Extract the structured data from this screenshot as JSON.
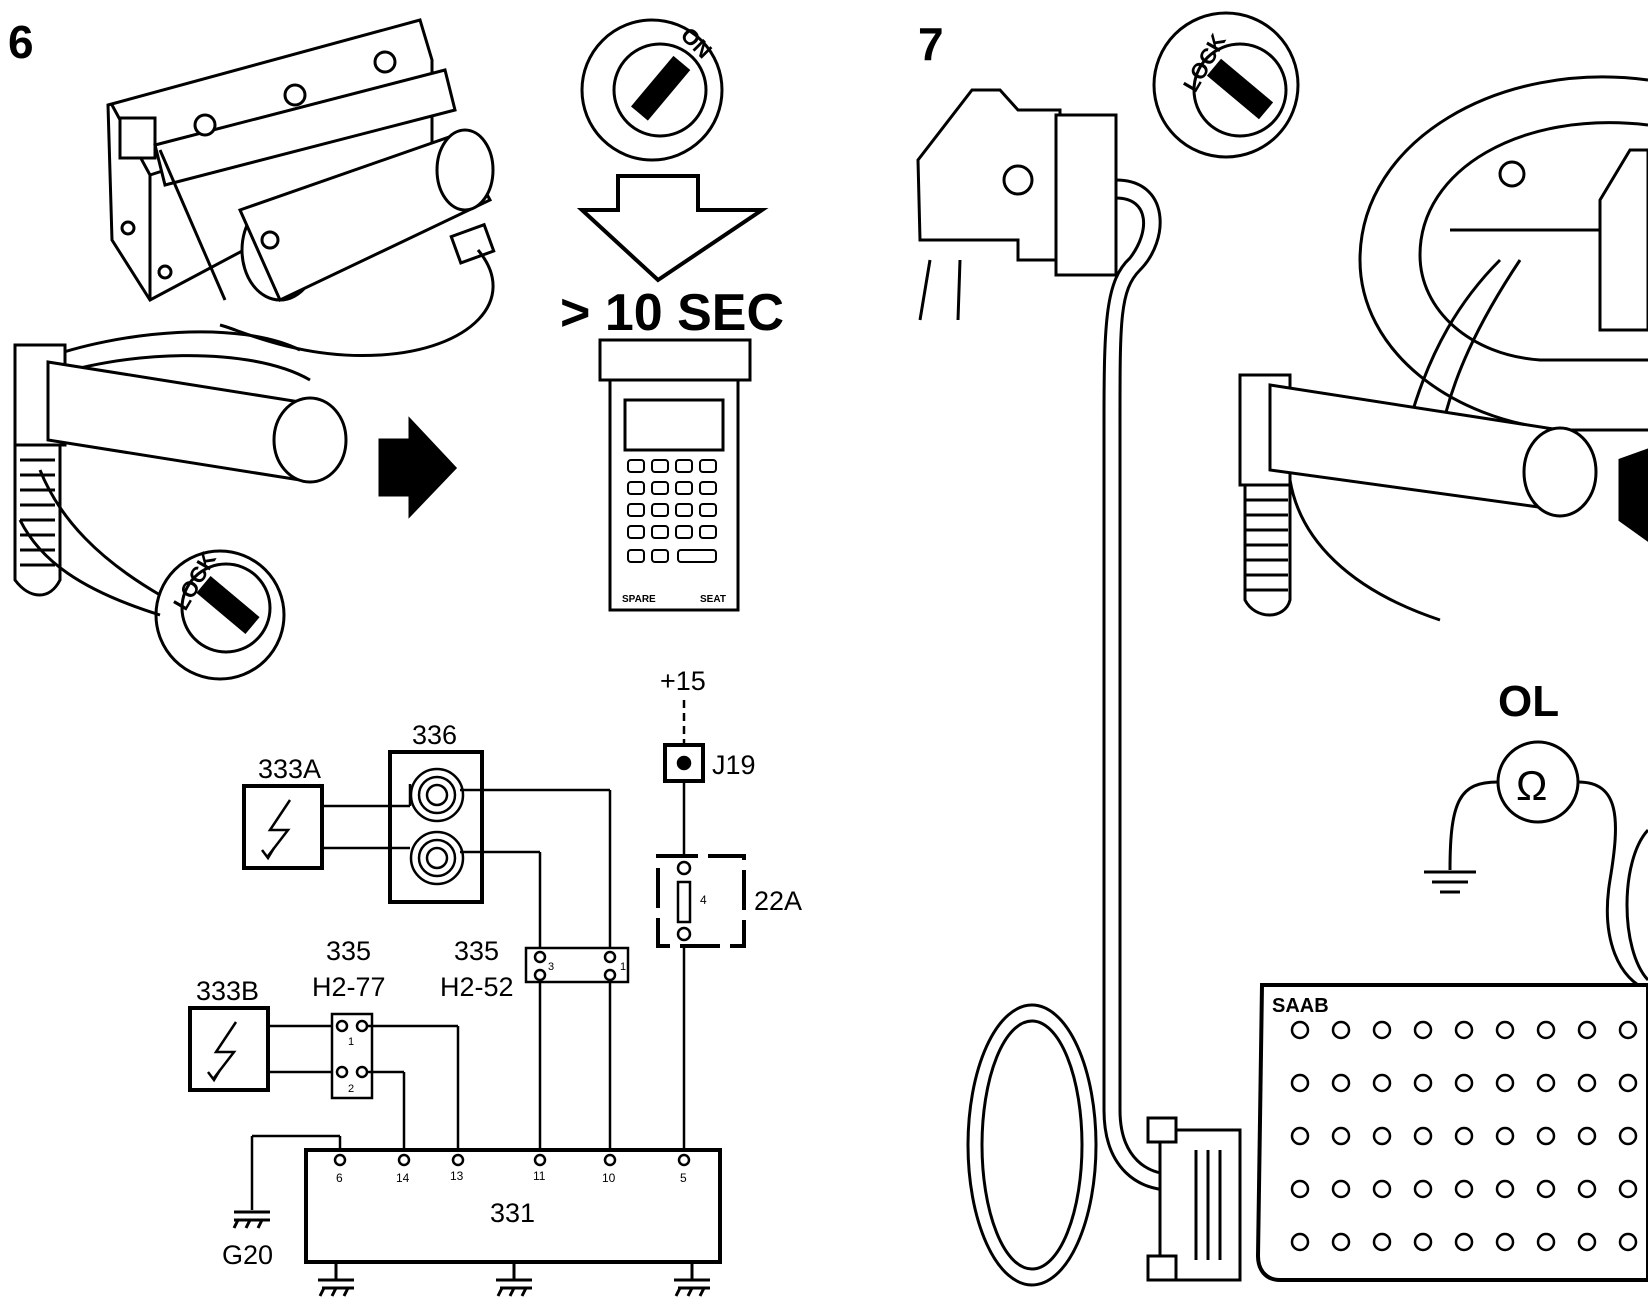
{
  "panel_6": {
    "step_number": "6",
    "ignition_on_label": "ON",
    "ignition_lock_label": "LOCK",
    "duration_label": "> 10 SEC",
    "tester_keys": [
      "SPARE",
      "SEAT"
    ]
  },
  "wiring": {
    "supply_label": "+15",
    "connector_j19": "J19",
    "fuse_block": "22A",
    "fuse_number": "4",
    "component_336": "336",
    "component_333a": "333A",
    "component_333b": "333B",
    "connector_335_left_top": "335",
    "connector_335_left_bottom": "H2-77",
    "connector_335_right_top": "335",
    "connector_335_right_bottom": "H2-52",
    "ecu_label": "331",
    "ground_label": "G20",
    "conn_h277_pins": [
      "1",
      "2"
    ],
    "conn_h252_pins": [
      "3",
      "1"
    ],
    "ecu_pins": [
      "6",
      "14",
      "13",
      "11",
      "10",
      "5"
    ]
  },
  "panel_7": {
    "step_number": "7",
    "ignition_lock_label": "LOCK",
    "meter_reading": "OL",
    "meter_unit": "Ω",
    "brand_label": "SAAB"
  },
  "colors": {
    "ink": "#000000",
    "paper": "#ffffff"
  }
}
